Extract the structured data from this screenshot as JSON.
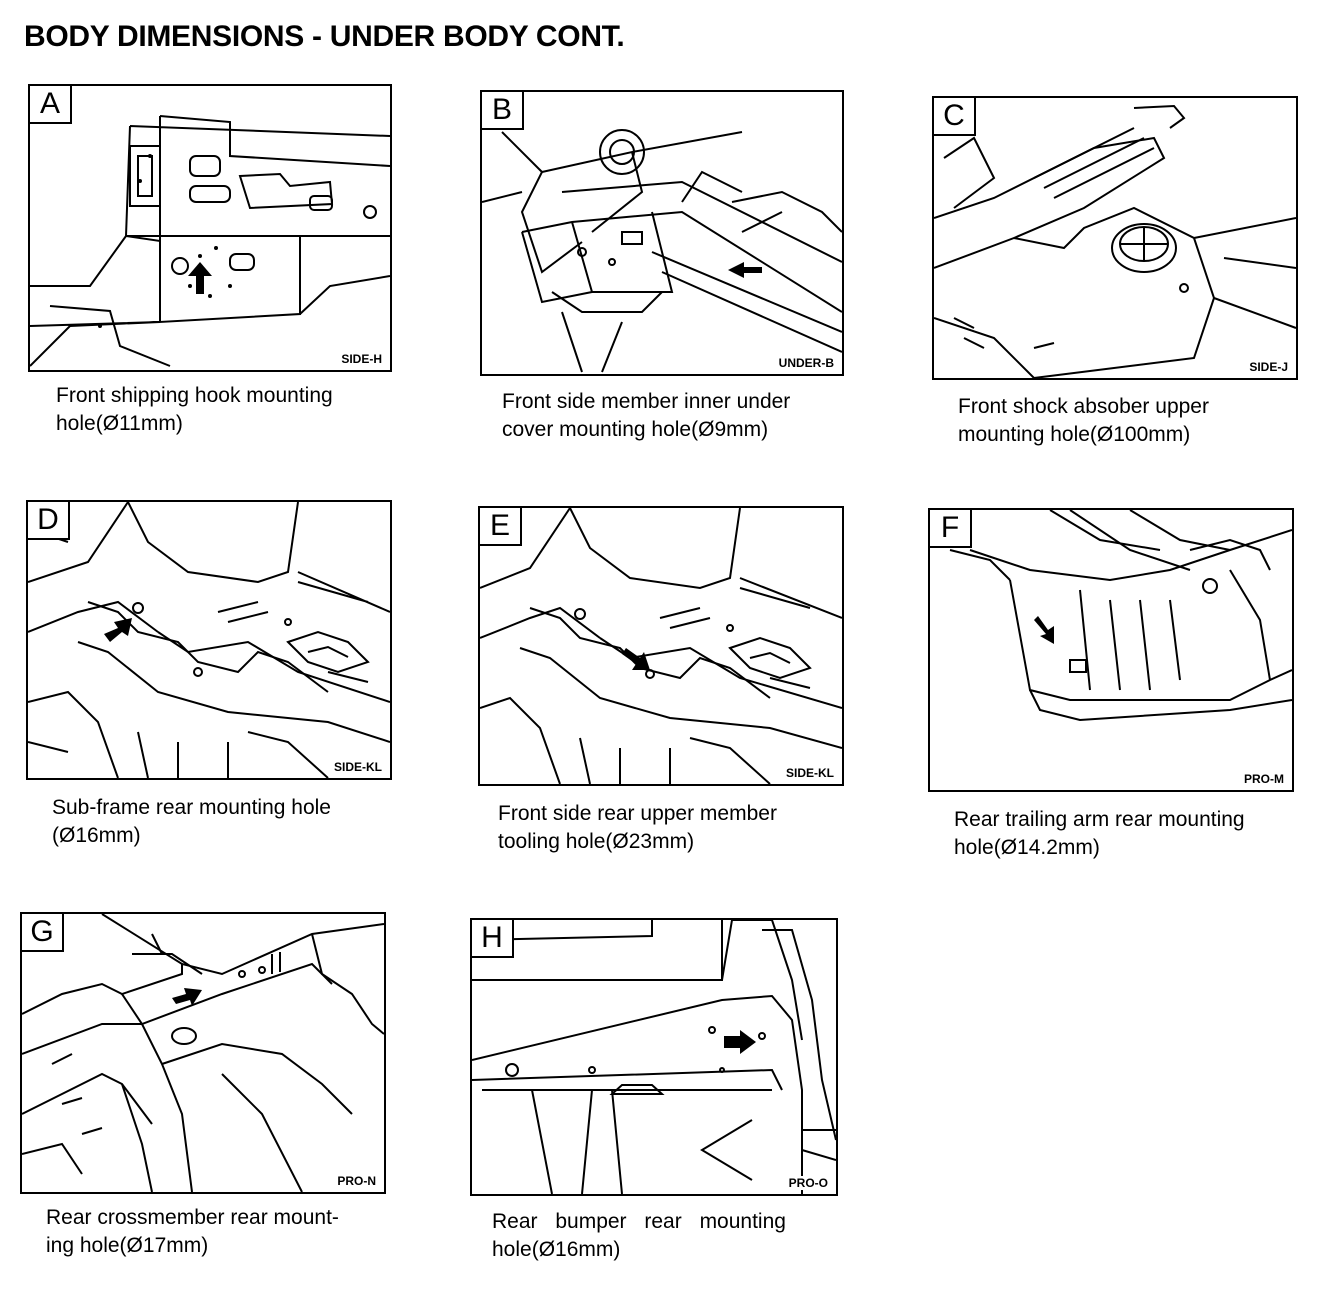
{
  "title": "BODY DIMENSIONS - UNDER BODY CONT.",
  "panels": [
    {
      "letter": "A",
      "code": "SIDE-H",
      "caption": [
        "Front shipping hook mounting",
        "hole(Ø11mm)"
      ]
    },
    {
      "letter": "B",
      "code": "UNDER-B",
      "caption": [
        "Front side member inner under",
        "cover mounting hole(Ø9mm)"
      ]
    },
    {
      "letter": "C",
      "code": "SIDE-J",
      "caption": [
        "Front shock absober upper",
        "mounting hole(Ø100mm)"
      ]
    },
    {
      "letter": "D",
      "code": "SIDE-KL",
      "caption": [
        "Sub-frame rear mounting hole",
        "(Ø16mm)"
      ]
    },
    {
      "letter": "E",
      "code": "SIDE-KL",
      "caption": [
        "Front side rear upper member",
        "tooling hole(Ø23mm)"
      ]
    },
    {
      "letter": "F",
      "code": "PRO-M",
      "caption": [
        "Rear trailing arm rear mounting",
        "hole(Ø14.2mm)"
      ]
    },
    {
      "letter": "G",
      "code": "PRO-N",
      "caption": [
        "Rear crossmember rear mount-",
        "ing hole(Ø17mm)"
      ]
    },
    {
      "letter": "H",
      "code": "PRO-O",
      "caption": [
        "Rear bumper rear mounting",
        "hole(Ø16mm)"
      ]
    }
  ]
}
